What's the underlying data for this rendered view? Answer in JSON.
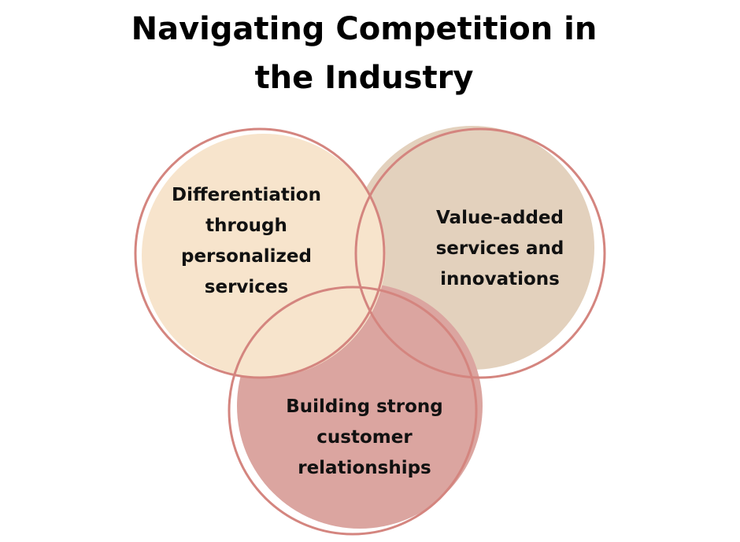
{
  "title": {
    "line1": "Navigating Competition in",
    "line2": "the Industry"
  },
  "circles": [
    {
      "label_lines": [
        "Differentiation",
        "through",
        "personalized",
        "services"
      ],
      "fill": "#f7e4cc"
    },
    {
      "label_lines": [
        "Value-added",
        "services and",
        "innovations"
      ],
      "fill": "#e3d1bd"
    },
    {
      "label_lines": [
        "Building strong",
        "customer",
        "relationships"
      ],
      "fill": "#dba5a0"
    }
  ],
  "stroke_color": "#d4857f"
}
